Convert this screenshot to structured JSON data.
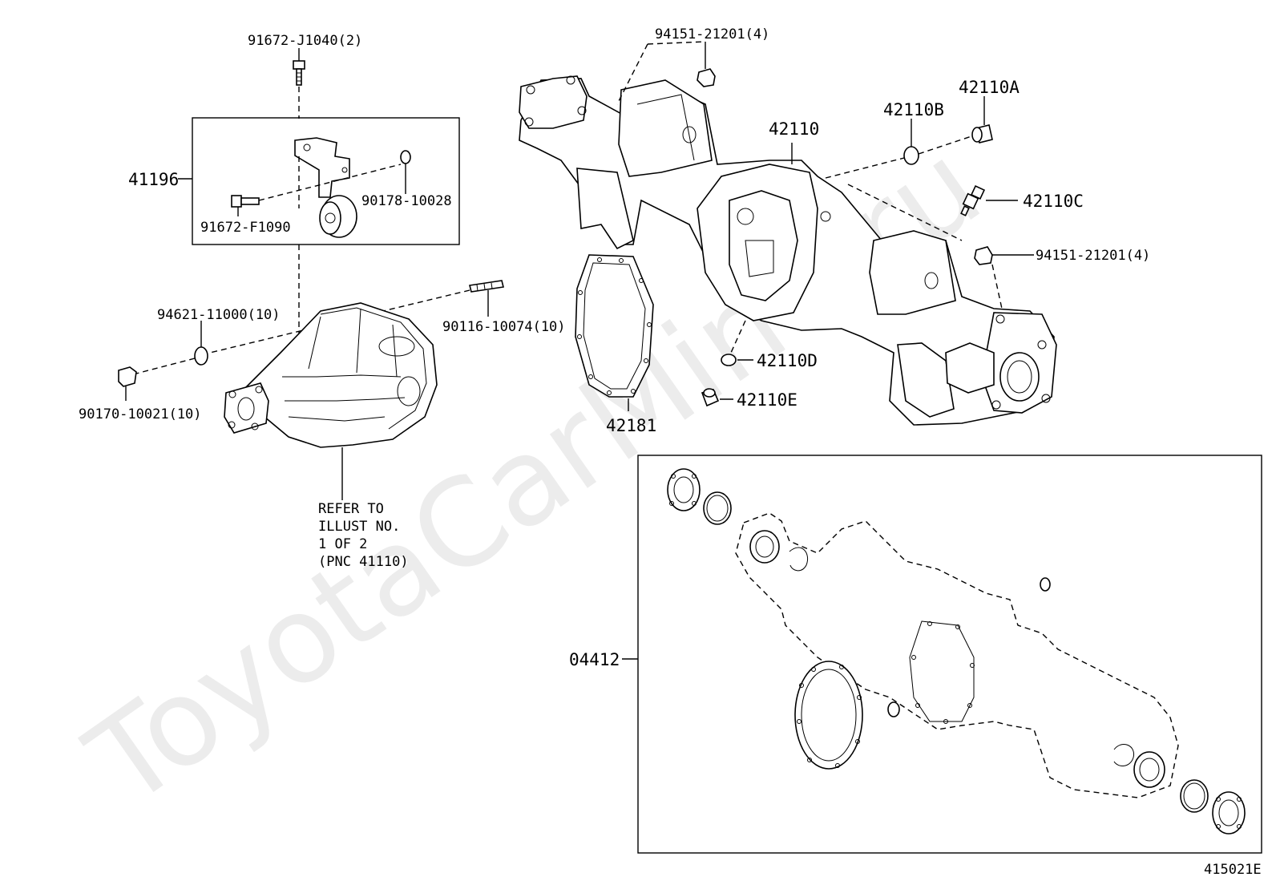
{
  "diagram": {
    "watermark": "ToyotaCarMine.ru",
    "illustration_id": "415021E",
    "labels": {
      "p91672_J1040": "91672-J1040(2)",
      "p41196": "41196",
      "p90178_10028": "90178-10028",
      "p91672_F1090": "91672-F1090",
      "p94621_11000": "94621-11000(10)",
      "p90116_10074": "90116-10074(10)",
      "p90170_10021": "90170-10021(10)",
      "refer_line1": "REFER TO",
      "refer_line2": "ILLUST NO.",
      "refer_line3": "1 OF 2",
      "refer_line4": "(PNC 41110)",
      "p94151_top": "94151-21201(4)",
      "p42110": "42110",
      "p42110B": "42110B",
      "p42110A": "42110A",
      "p42110C": "42110C",
      "p94151_right": "94151-21201(4)",
      "p42110D": "42110D",
      "p42110E": "42110E",
      "p42181": "42181",
      "p04412": "04412"
    }
  }
}
